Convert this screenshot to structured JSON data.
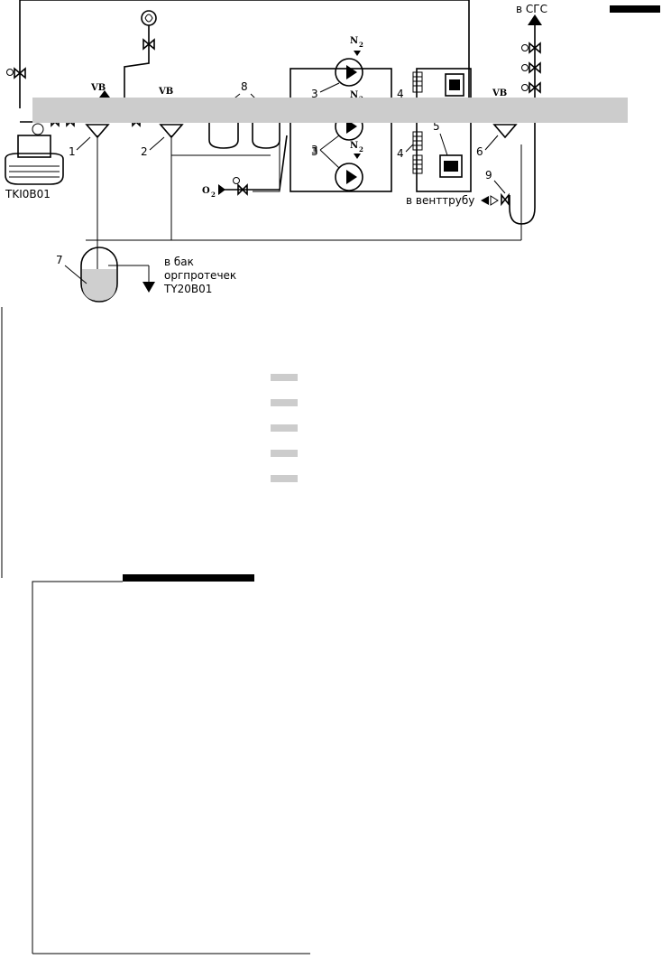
{
  "labels": {
    "to_sgs": "в СГС",
    "tank_name": "TKI0B01",
    "vb": "VB",
    "n2": "N",
    "n2_sub": "2",
    "o2": "O",
    "o2_sub": "2",
    "to_vent": "в венттрубу",
    "to_tank_line1": "в бак",
    "to_tank_line2": "оргпротечек",
    "to_tank_line3": "TY20B01"
  },
  "numbers": {
    "n1": "1",
    "n2": "2",
    "n3a": "3",
    "n3b": "3",
    "n3c": "3",
    "n4a": "4",
    "n4b": "4",
    "n5": "5",
    "n6": "6",
    "n7": "7",
    "n8": "8",
    "n9": "9"
  },
  "colors": {
    "redaction": "#cccccc",
    "ink": "#000000"
  }
}
